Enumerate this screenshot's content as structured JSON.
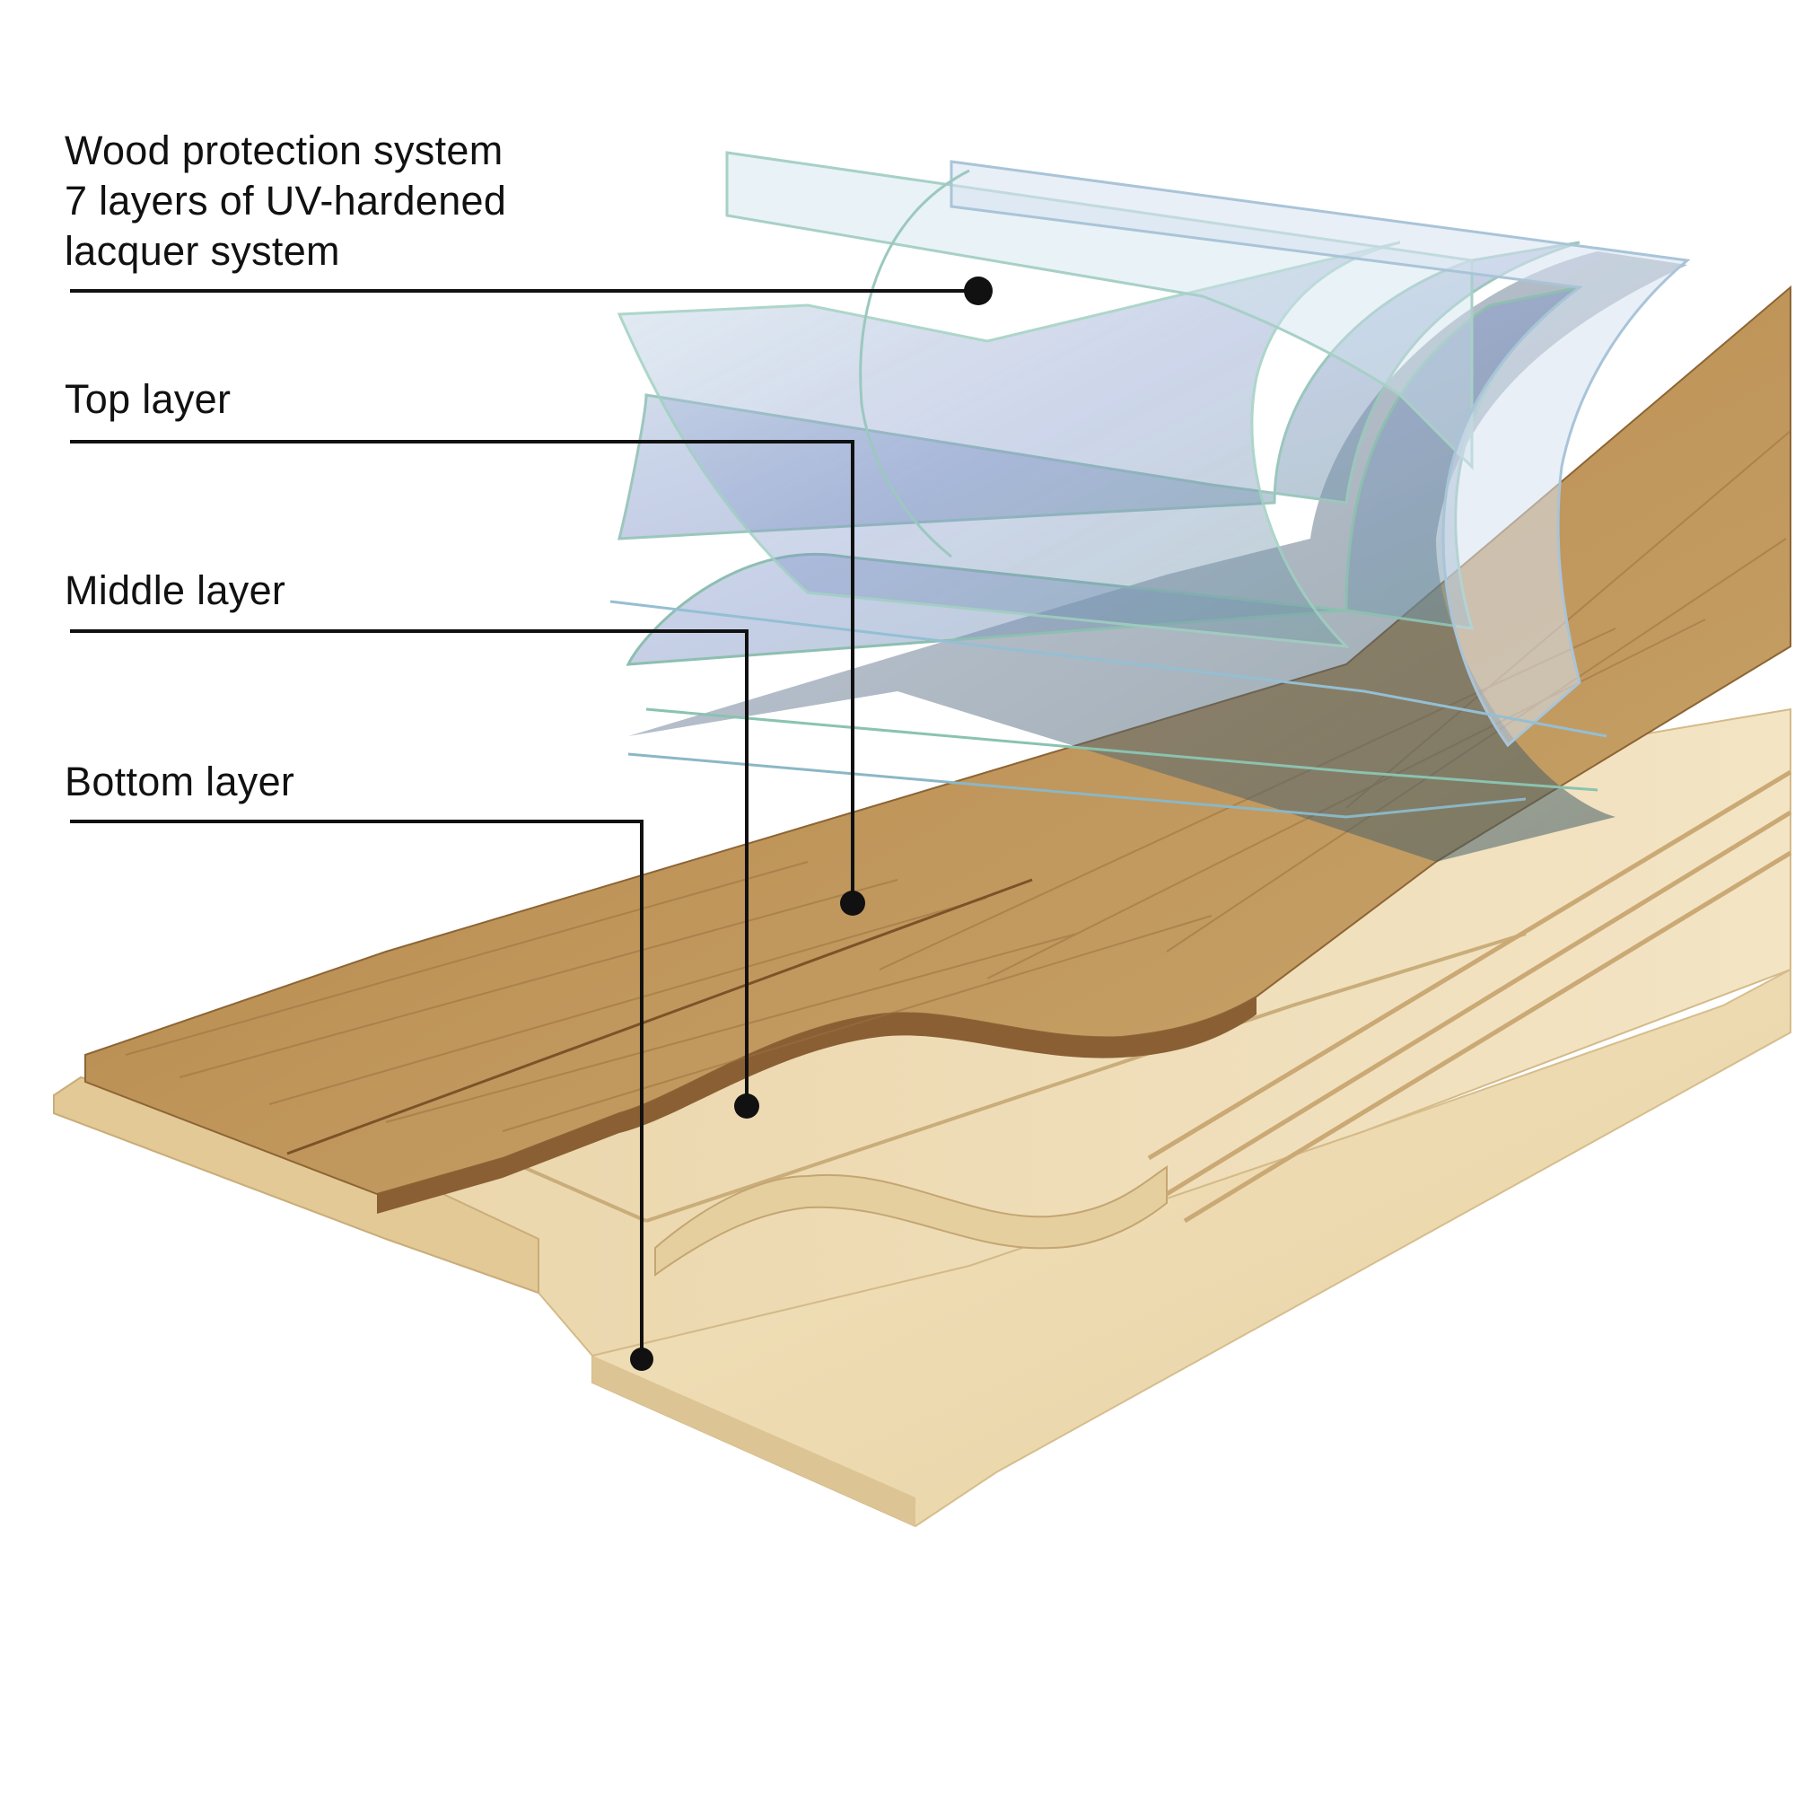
{
  "labels": {
    "protection": {
      "line1": "Wood protection system",
      "line2": "7 layers of UV-hardened",
      "line3": "lacquer system"
    },
    "top_layer": "Top layer",
    "middle_layer": "Middle layer",
    "bottom_layer": "Bottom layer"
  },
  "colors": {
    "text": "#111111",
    "leader_line": "#111111",
    "oak_top": "#b88c52",
    "pine_core": "#ecd9b0",
    "pine_bottom": "#f1e2c2",
    "lacquer_film": "#8fb8c8"
  }
}
